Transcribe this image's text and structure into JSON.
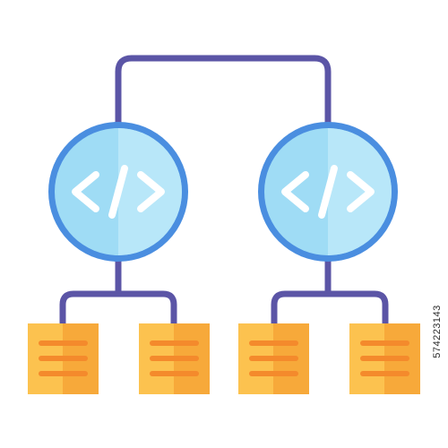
{
  "icon": {
    "name": "code-hierarchy-icon",
    "nodes": [
      "code-node-left",
      "code-node-right"
    ],
    "leaves": [
      "document-1",
      "document-2",
      "document-3",
      "document-4"
    ]
  },
  "watermark": {
    "text": "574223143"
  },
  "colors": {
    "connector": "#5b55a6",
    "node_fill": "#9fdcf5",
    "node_fill_light": "#b8e7f9",
    "node_stroke": "#4a8ee0",
    "code_symbol": "#ffffff",
    "doc_fill": "#fcc24f",
    "doc_fill_dark": "#f7a93a",
    "doc_lines": "#f48a2c"
  }
}
